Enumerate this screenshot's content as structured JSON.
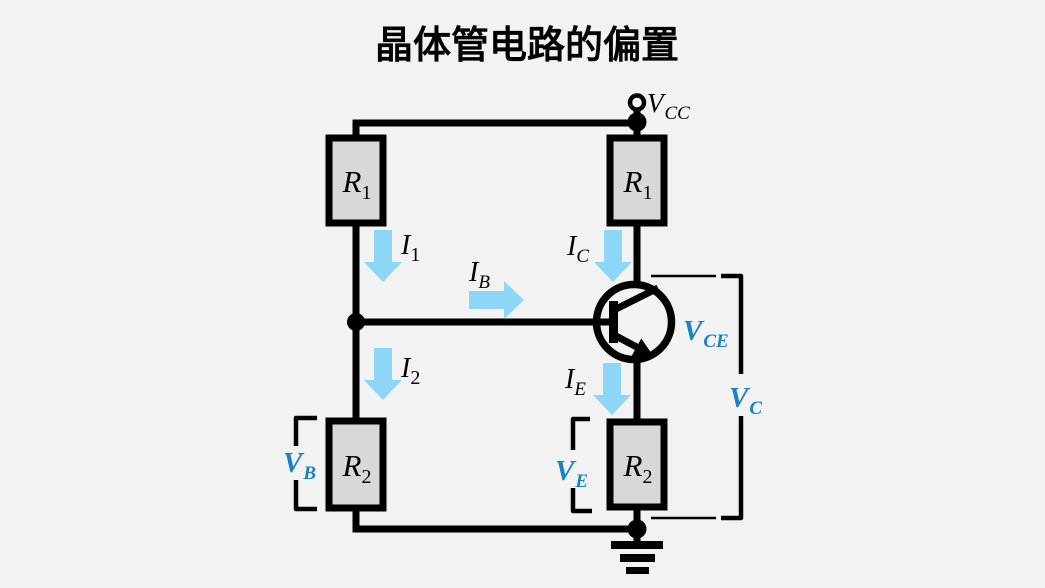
{
  "title": "晶体管电路的偏置",
  "colors": {
    "background": "#f2f2f2",
    "wire": "#000000",
    "resistor_fill": "#d8d8d8",
    "current_arrow": "#8dd6f7",
    "voltage_label": "#1c81c3"
  },
  "icons": {
    "transistor": "npn-transistor",
    "ground": "earth-ground",
    "supply_terminal": "open-circle-terminal"
  },
  "components": {
    "supply": {
      "label": {
        "main": "V",
        "sub": "CC"
      }
    },
    "resistors": {
      "r1_left": {
        "main": "R",
        "sub": "1"
      },
      "r1_right": {
        "main": "R",
        "sub": "1"
      },
      "r2_left": {
        "main": "R",
        "sub": "2"
      },
      "r2_right": {
        "main": "R",
        "sub": "2"
      }
    },
    "currents": {
      "i1": {
        "main": "I",
        "sub": "1"
      },
      "i2": {
        "main": "I",
        "sub": "2"
      },
      "ib": {
        "main": "I",
        "sub": "B"
      },
      "ic": {
        "main": "I",
        "sub": "C"
      },
      "ie": {
        "main": "I",
        "sub": "E"
      }
    },
    "voltages": {
      "vce": {
        "main": "V",
        "sub": "CE"
      },
      "vc": {
        "main": "V",
        "sub": "C"
      },
      "vb": {
        "main": "V",
        "sub": "B"
      },
      "ve": {
        "main": "V",
        "sub": "E"
      }
    }
  }
}
